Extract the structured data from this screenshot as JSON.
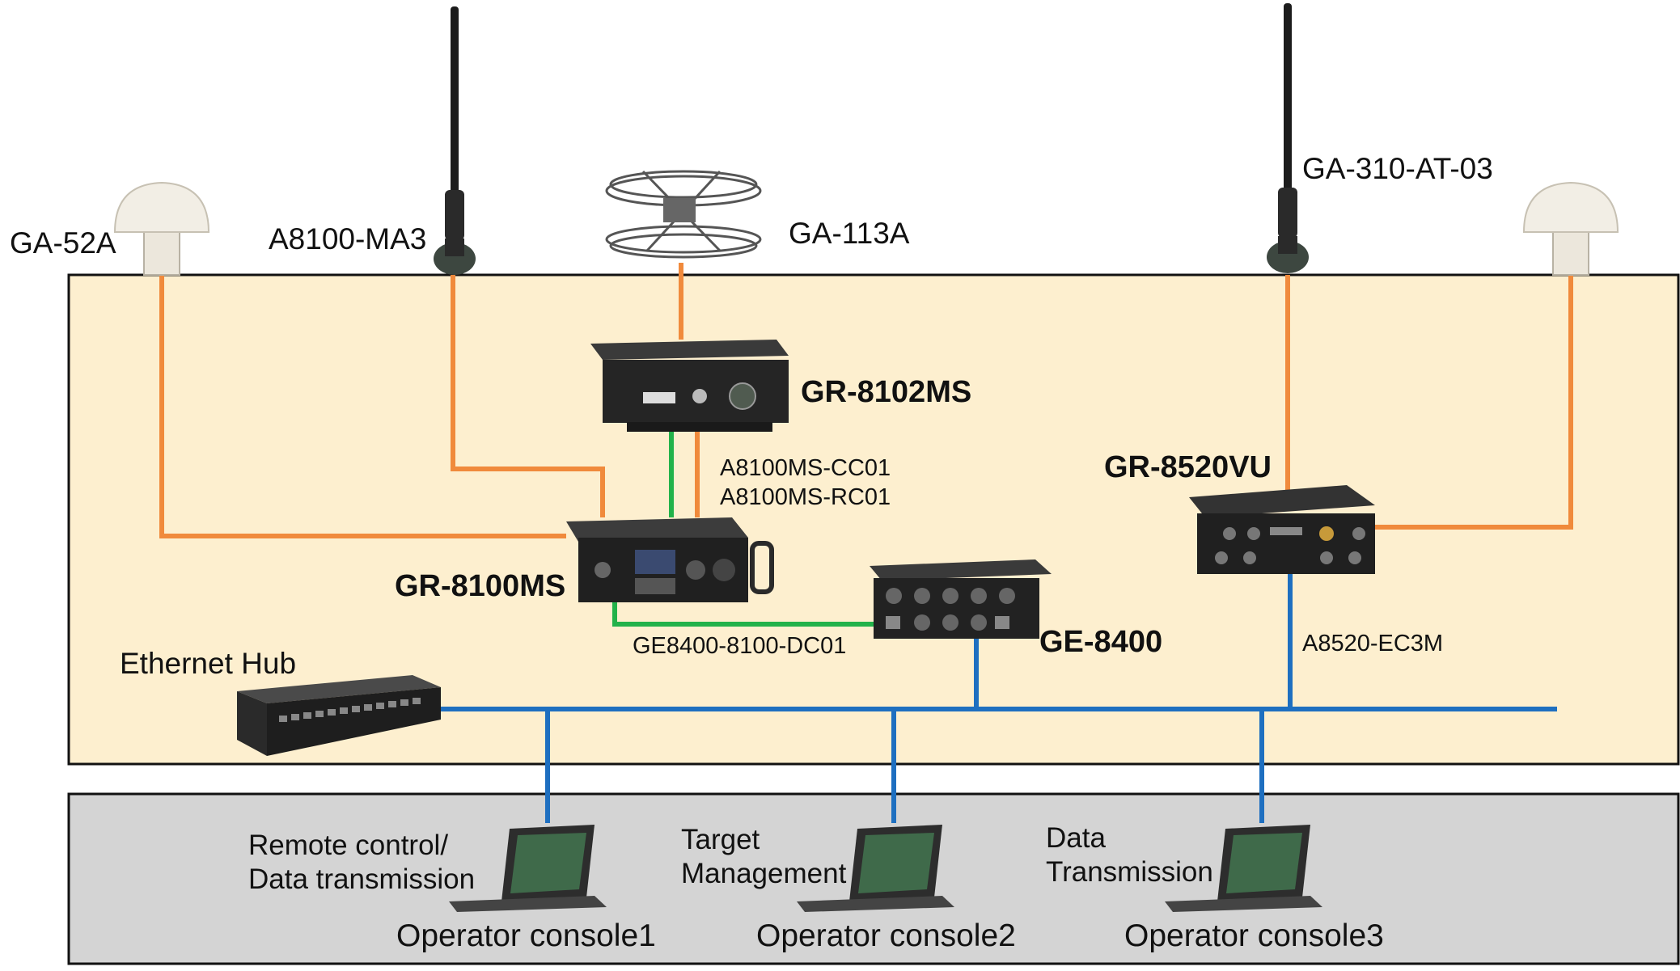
{
  "antennas": {
    "ga52a": "GA-52A",
    "a8100ma3": "A8100-MA3",
    "ga113a": "GA-113A",
    "ga310at03": "GA-310-AT-03"
  },
  "devices": {
    "gr8102ms": "GR-8102MS",
    "gr8100ms": "GR-8100MS",
    "gr8520vu": "GR-8520VU",
    "ge8400": "GE-8400"
  },
  "cables": {
    "cc01": "A8100MS-CC01",
    "rc01": "A8100MS-RC01",
    "dc01": "GE8400-8100-DC01",
    "ec3m": "A8520-EC3M"
  },
  "hub": {
    "label": "Ethernet Hub"
  },
  "consoles": [
    {
      "label": "Operator console1",
      "activity": "Remote control/\nData transmission"
    },
    {
      "label": "Operator console2",
      "activity": "Target\nManagement"
    },
    {
      "label": "Operator console3",
      "activity": "Data\nTransmission"
    }
  ],
  "colors": {
    "vehicle_zone": "#fdefcf",
    "console_zone": "#d4d4d4",
    "rf_cable": "#f08a3c",
    "control_cable": "#22b24a",
    "ethernet_cable": "#1e6fc0"
  }
}
